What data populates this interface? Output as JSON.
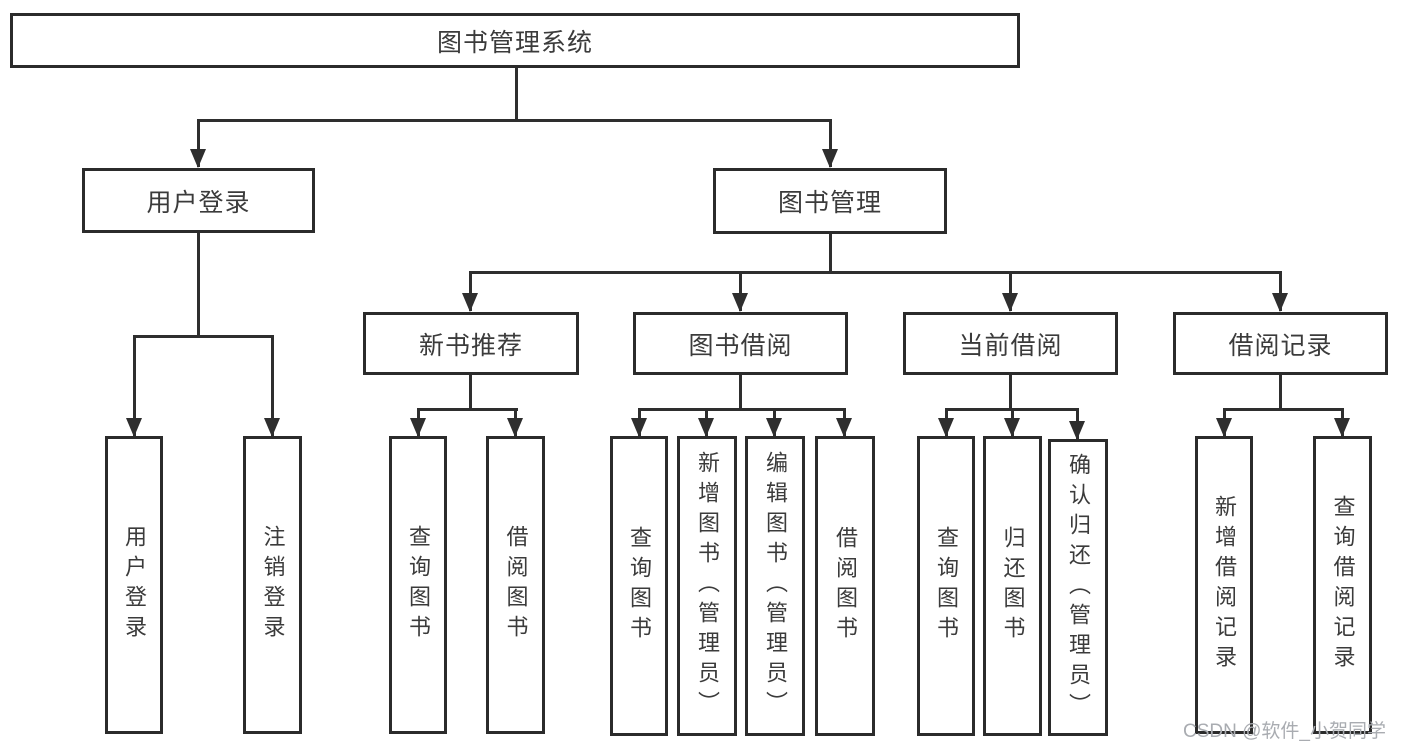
{
  "diagram": {
    "root": {
      "label": "图书管理系统"
    },
    "level2": {
      "user_login": {
        "label": "用户登录"
      },
      "book_mgmt": {
        "label": "图书管理"
      }
    },
    "level3": {
      "new_rec": {
        "label": "新书推荐"
      },
      "borrow": {
        "label": "图书借阅"
      },
      "current": {
        "label": "当前借阅"
      },
      "records": {
        "label": "借阅记录"
      }
    },
    "leaves": {
      "user_login": {
        "label": "用户登录"
      },
      "logout": {
        "label": "注销登录"
      },
      "rec_query": {
        "label": "查询图书"
      },
      "rec_borrow": {
        "label": "借阅图书"
      },
      "bor_query": {
        "label": "查询图书"
      },
      "bor_add": {
        "label": "新增图书（管理员）"
      },
      "bor_edit": {
        "label": "编辑图书（管理员）"
      },
      "bor_lend": {
        "label": "借阅图书"
      },
      "cur_query": {
        "label": "查询图书"
      },
      "cur_return": {
        "label": "归还图书"
      },
      "cur_confirm": {
        "label": "确认归还（管理员）"
      },
      "log_add": {
        "label": "新增借阅记录"
      },
      "log_query": {
        "label": "查询借阅记录"
      }
    }
  },
  "watermark": {
    "text": "CSDN @软件_小贺同学"
  },
  "colors": {
    "line": "#2e2e2e",
    "border": "#2b2b2b",
    "text": "#3b3b3b",
    "watermark": "#a9acb1",
    "background": "#ffffff"
  }
}
